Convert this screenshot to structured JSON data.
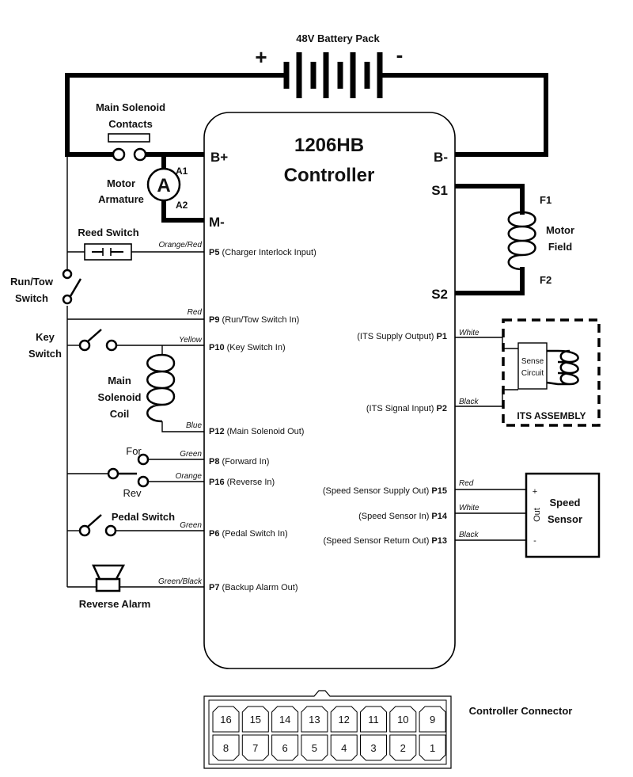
{
  "battery": {
    "label": "48V Battery Pack",
    "plus": "+",
    "minus": "-"
  },
  "controller": {
    "name": "1206HB",
    "sub": "Controller",
    "bplus": "B+",
    "bminus": "B-",
    "mminus": "M-",
    "s1": "S1",
    "s2": "S2"
  },
  "components": {
    "solenoid_contacts": [
      "Main Solenoid",
      "Contacts"
    ],
    "motor_armature": [
      "Motor",
      "Armature"
    ],
    "ammeter": "A",
    "a1": "A1",
    "a2": "A2",
    "reed_switch": "Reed Switch",
    "run_tow": [
      "Run/Tow",
      "Switch"
    ],
    "key_switch": [
      "Key",
      "Switch"
    ],
    "solenoid_coil": [
      "Main",
      "Solenoid",
      "Coil"
    ],
    "forward": "For",
    "reverse": "Rev",
    "pedal_switch": "Pedal Switch",
    "reverse_alarm": "Reverse Alarm",
    "motor_field": [
      "Motor",
      "Field"
    ],
    "f1": "F1",
    "f2": "F2",
    "its_assembly": "ITS ASSEMBLY",
    "sense_circuit": [
      "Sense",
      "Circuit"
    ],
    "speed_sensor": [
      "Speed",
      "Sensor"
    ],
    "sensor_plus": "+",
    "sensor_out": "Out",
    "sensor_minus": "-"
  },
  "pins_left": [
    {
      "pin": "P5",
      "desc": "(Charger Interlock Input)",
      "wire": "Orange/Red"
    },
    {
      "pin": "P9",
      "desc": "(Run/Tow Switch In)",
      "wire": "Red"
    },
    {
      "pin": "P10",
      "desc": "(Key Switch In)",
      "wire": "Yellow"
    },
    {
      "pin": "P12",
      "desc": "(Main Solenoid Out)",
      "wire": "Blue"
    },
    {
      "pin": "P8",
      "desc": "(Forward In)",
      "wire": "Green"
    },
    {
      "pin": "P16",
      "desc": "(Reverse In)",
      "wire": "Orange"
    },
    {
      "pin": "P6",
      "desc": "(Pedal Switch In)",
      "wire": "Green"
    },
    {
      "pin": "P7",
      "desc": "(Backup Alarm Out)",
      "wire": "Green/Black"
    }
  ],
  "pins_right": [
    {
      "pin": "P1",
      "desc": "(ITS Supply Output)",
      "wire": "White"
    },
    {
      "pin": "P2",
      "desc": "(ITS Signal Input)",
      "wire": "Black"
    },
    {
      "pin": "P15",
      "desc": "(Speed Sensor Supply Out)",
      "wire": "Red"
    },
    {
      "pin": "P14",
      "desc": "(Speed Sensor In)",
      "wire": "White"
    },
    {
      "pin": "P13",
      "desc": "(Speed Sensor Return Out)",
      "wire": "Black"
    }
  ],
  "connector": {
    "label": "Controller Connector",
    "top_row": [
      "16",
      "15",
      "14",
      "13",
      "12",
      "11",
      "10",
      "9"
    ],
    "bottom_row": [
      "8",
      "7",
      "6",
      "5",
      "4",
      "3",
      "2",
      "1"
    ]
  }
}
